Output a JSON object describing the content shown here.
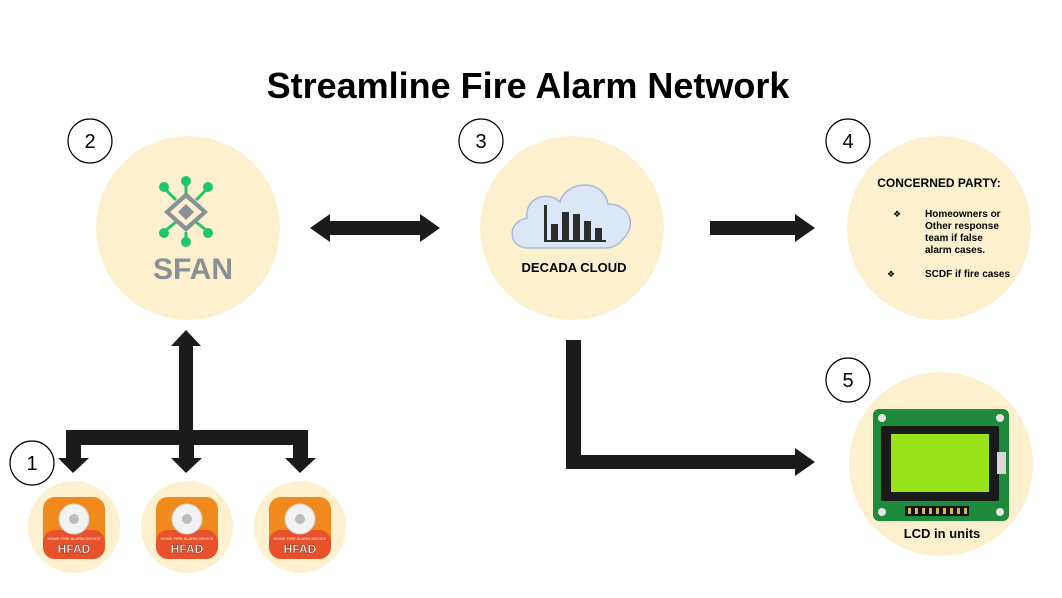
{
  "title": "Streamline Fire Alarm Network",
  "colors": {
    "node_fill": "#fdf0cf",
    "arrow": "#1b1b1b",
    "sfan_green": "#1fc56a",
    "sfan_text": "#8a9196",
    "cloud": "#dbe6f6",
    "hfad_orange": "#f08a1c",
    "lcd_board": "#1e8a3c",
    "lcd_screen": "#9ae21a"
  },
  "nodes": {
    "hfad": {
      "step": "1",
      "device_caption": "HOME FIRE ALARM DEVICE",
      "device_label": "HFAD",
      "icon": "smoke-detector-icon"
    },
    "sfan": {
      "step": "2",
      "logo_text": "SFAN",
      "icon": "network-chip-icon"
    },
    "cloud": {
      "step": "3",
      "label": "DECADA CLOUD",
      "icon": "cloud-chart-icon"
    },
    "party": {
      "step": "4",
      "heading": "CONCERNED PARTY:",
      "item1_line1": "Homeowners or",
      "item1_line2": "Other response",
      "item1_line3": "team if false",
      "item1_line4": "alarm cases.",
      "item2": "SCDF if fire cases",
      "bullet": "❖"
    },
    "lcd": {
      "step": "5",
      "label": "LCD in units",
      "icon": "lcd-module-icon"
    }
  }
}
